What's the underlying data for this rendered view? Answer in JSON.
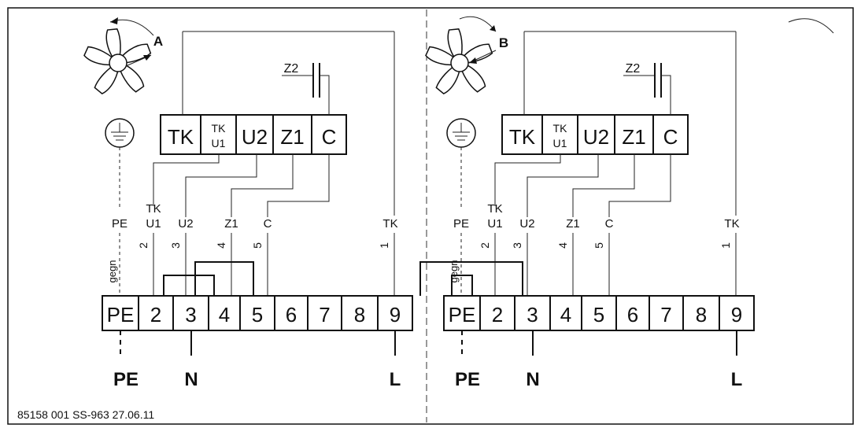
{
  "footer": {
    "ref": "85158 001   SS-963   27.06.11"
  },
  "panels": [
    {
      "rotation_label": "A",
      "capacitor_label": "Z2",
      "motor_terminals": [
        "TK",
        "TK|U1",
        "U2",
        "Z1",
        "C"
      ],
      "wire_labels": [
        "PE",
        "TK|U1",
        "U2",
        "Z1",
        "C",
        "TK"
      ],
      "wire_numbers": [
        "2",
        "3",
        "4",
        "5",
        "1"
      ],
      "pe_wire_color": "gegn",
      "terminal_block": [
        "PE",
        "2",
        "3",
        "4",
        "5",
        "6",
        "7",
        "8",
        "9"
      ],
      "supply": [
        "PE",
        "N",
        "L"
      ]
    },
    {
      "rotation_label": "B",
      "capacitor_label": "Z2",
      "motor_terminals": [
        "TK",
        "TK|U1",
        "U2",
        "Z1",
        "C"
      ],
      "wire_labels": [
        "PE",
        "TK|U1",
        "U2",
        "Z1",
        "C",
        "TK"
      ],
      "wire_numbers": [
        "2",
        "3",
        "4",
        "5",
        "1"
      ],
      "pe_wire_color": "gegn",
      "terminal_block": [
        "PE",
        "2",
        "3",
        "4",
        "5",
        "6",
        "7",
        "8",
        "9"
      ],
      "supply": [
        "PE",
        "N",
        "L"
      ]
    }
  ]
}
